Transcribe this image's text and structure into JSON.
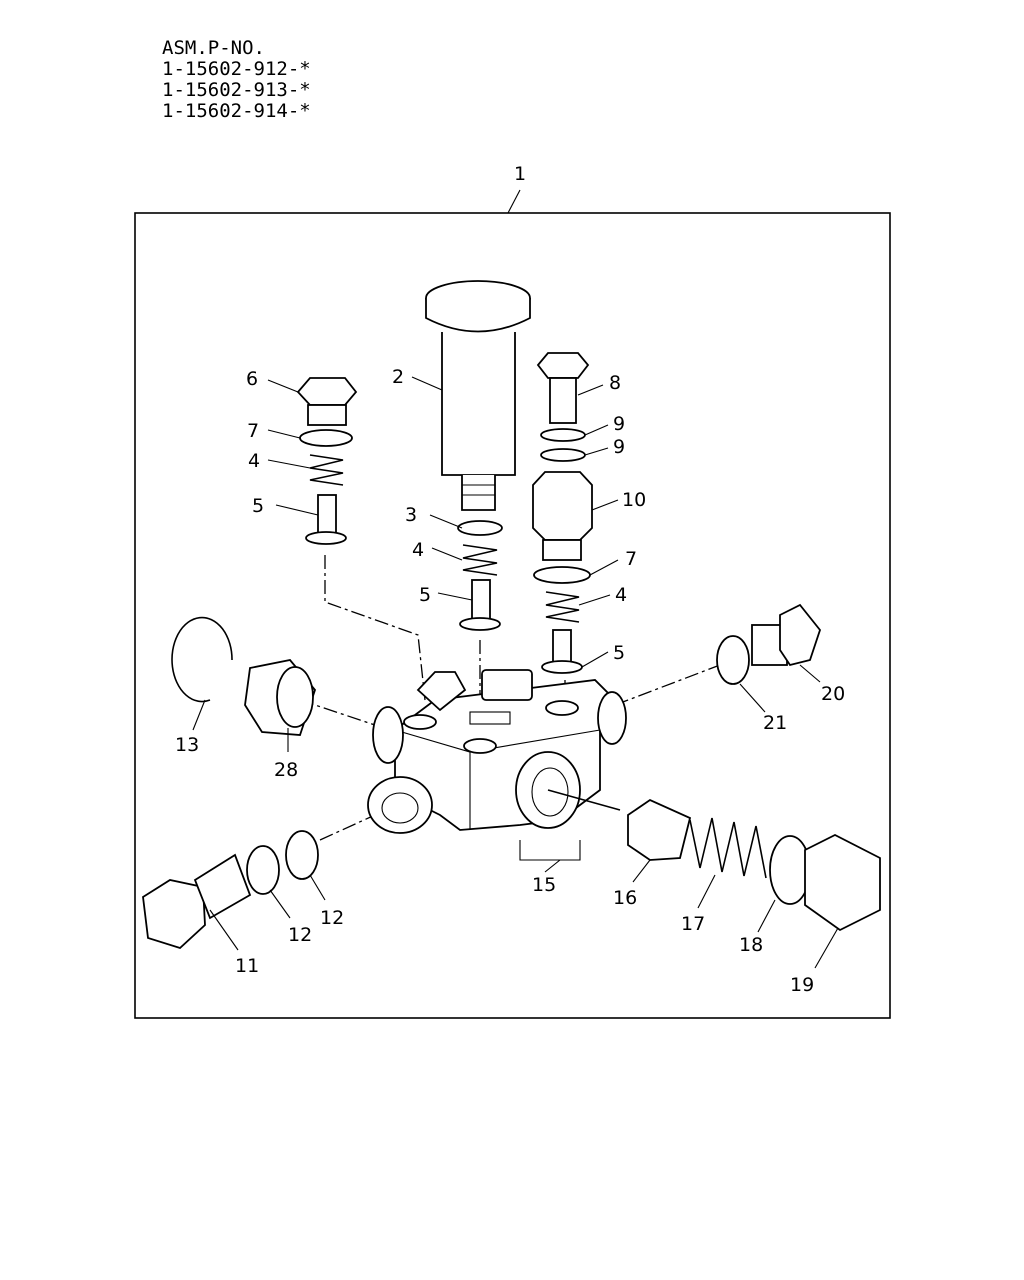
{
  "header": {
    "title": "ASM.P-NO.",
    "part_numbers": [
      "1-15602-912-*",
      "1-15602-913-*",
      "1-15602-914-*"
    ]
  },
  "callouts": {
    "c1": "1",
    "c2": "2",
    "c3": "3",
    "c4a": "4",
    "c4b": "4",
    "c4c": "4",
    "c5a": "5",
    "c5b": "5",
    "c5c": "5",
    "c6": "6",
    "c7a": "7",
    "c7b": "7",
    "c8": "8",
    "c9a": "9",
    "c9b": "9",
    "c10": "10",
    "c11": "11",
    "c12a": "12",
    "c12b": "12",
    "c13": "13",
    "c15": "15",
    "c16": "16",
    "c17": "17",
    "c18": "18",
    "c19": "19",
    "c20": "20",
    "c21": "21",
    "c28": "28"
  }
}
